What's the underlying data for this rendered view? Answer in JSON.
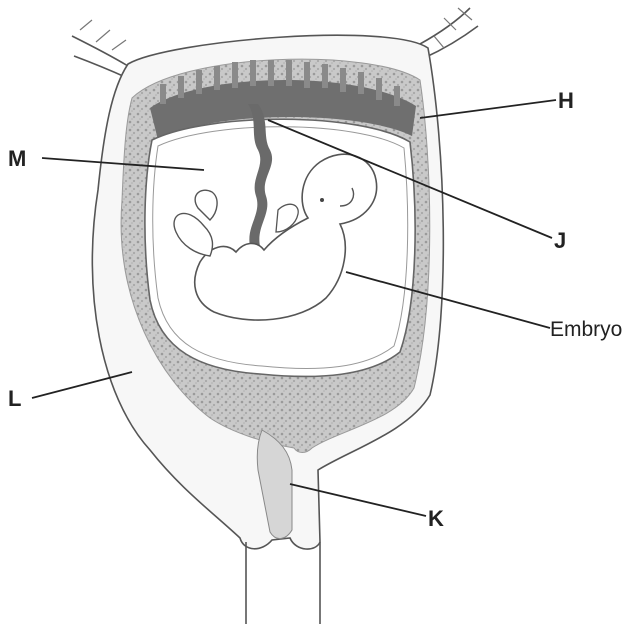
{
  "labels": {
    "h": "H",
    "j": "J",
    "m": "M",
    "l": "L",
    "k": "K",
    "embryo": "Embryo"
  }
}
